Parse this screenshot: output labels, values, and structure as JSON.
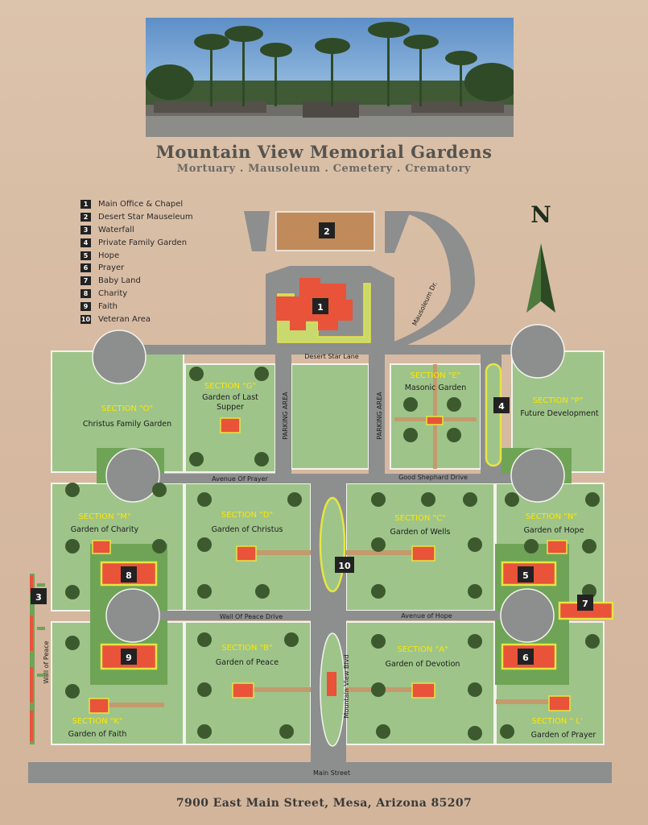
{
  "header": {
    "title": "Mountain View Memorial Gardens",
    "subtitle": "Mortuary . Mausoleum . Cemetery . Crematory"
  },
  "legend": [
    {
      "num": "1",
      "label": "Main Office & Chapel"
    },
    {
      "num": "2",
      "label": "Desert Star Mauseleum"
    },
    {
      "num": "3",
      "label": "Waterfall"
    },
    {
      "num": "4",
      "label": "Private Family Garden"
    },
    {
      "num": "5",
      "label": "Hope"
    },
    {
      "num": "6",
      "label": "Prayer"
    },
    {
      "num": "7",
      "label": "Baby Land"
    },
    {
      "num": "8",
      "label": "Charity"
    },
    {
      "num": "9",
      "label": "Faith"
    },
    {
      "num": "10",
      "label": "Veteran Area"
    }
  ],
  "compass": {
    "label": "N"
  },
  "sections": {
    "o": {
      "title": "SECTION \"O\"",
      "name": "Christus Family Garden"
    },
    "g": {
      "title": "SECTION \"G\"",
      "name1": "Garden of Last",
      "name2": "Supper"
    },
    "e": {
      "title": "SECTION \"E\"",
      "name": "Masonic Garden"
    },
    "p": {
      "title": "SECTION \"P\"",
      "name": "Future Development"
    },
    "m": {
      "title": "SECTION \"M\"",
      "name": "Garden of Charity"
    },
    "d": {
      "title": "SECTION \"D\"",
      "name": "Garden of Christus"
    },
    "c": {
      "title": "SECTION \"C\"",
      "name": "Garden of Wells"
    },
    "n": {
      "title": "SECTION \"N\"",
      "name": "Garden of Hope"
    },
    "b": {
      "title": "SECTION \"B\"",
      "name": "Garden of Peace"
    },
    "a": {
      "title": "SECTION \"A\"",
      "name": "Garden of Devotion"
    },
    "k": {
      "title": "SECTION \"K\"",
      "name": "Garden of Faith"
    },
    "l": {
      "title": "SECTION \" L'",
      "name": "Garden of Prayer"
    }
  },
  "roads": {
    "desert_star_lane": "Desert Star Lane",
    "mausoleum_dr": "Mausoleum Dr.",
    "parking_left": "PARKING AREA",
    "parking_right": "PARKING AREA",
    "avenue_of_prayer": "Avenue Of Prayer",
    "good_shephard": "Good Shephard Drive",
    "wall_of_peace_drive": "Wall Of Peace Drive",
    "avenue_of_hope": "Avenue of Hope",
    "mountain_view_blvd": "Mountain View Blvd",
    "main_street": "Main Street",
    "wall_of_peace": "Wall of Peace"
  },
  "footer": {
    "address": "7900 East Main Street, Mesa, Arizona 85207"
  },
  "colors": {
    "grass": "#9ec48a",
    "dark_grass": "#6fa456",
    "road": "#8d8e8e",
    "building": "#e8533a",
    "mausoleum": "#c08a5a",
    "highlight": "#e7e542",
    "badge": "#222222"
  }
}
